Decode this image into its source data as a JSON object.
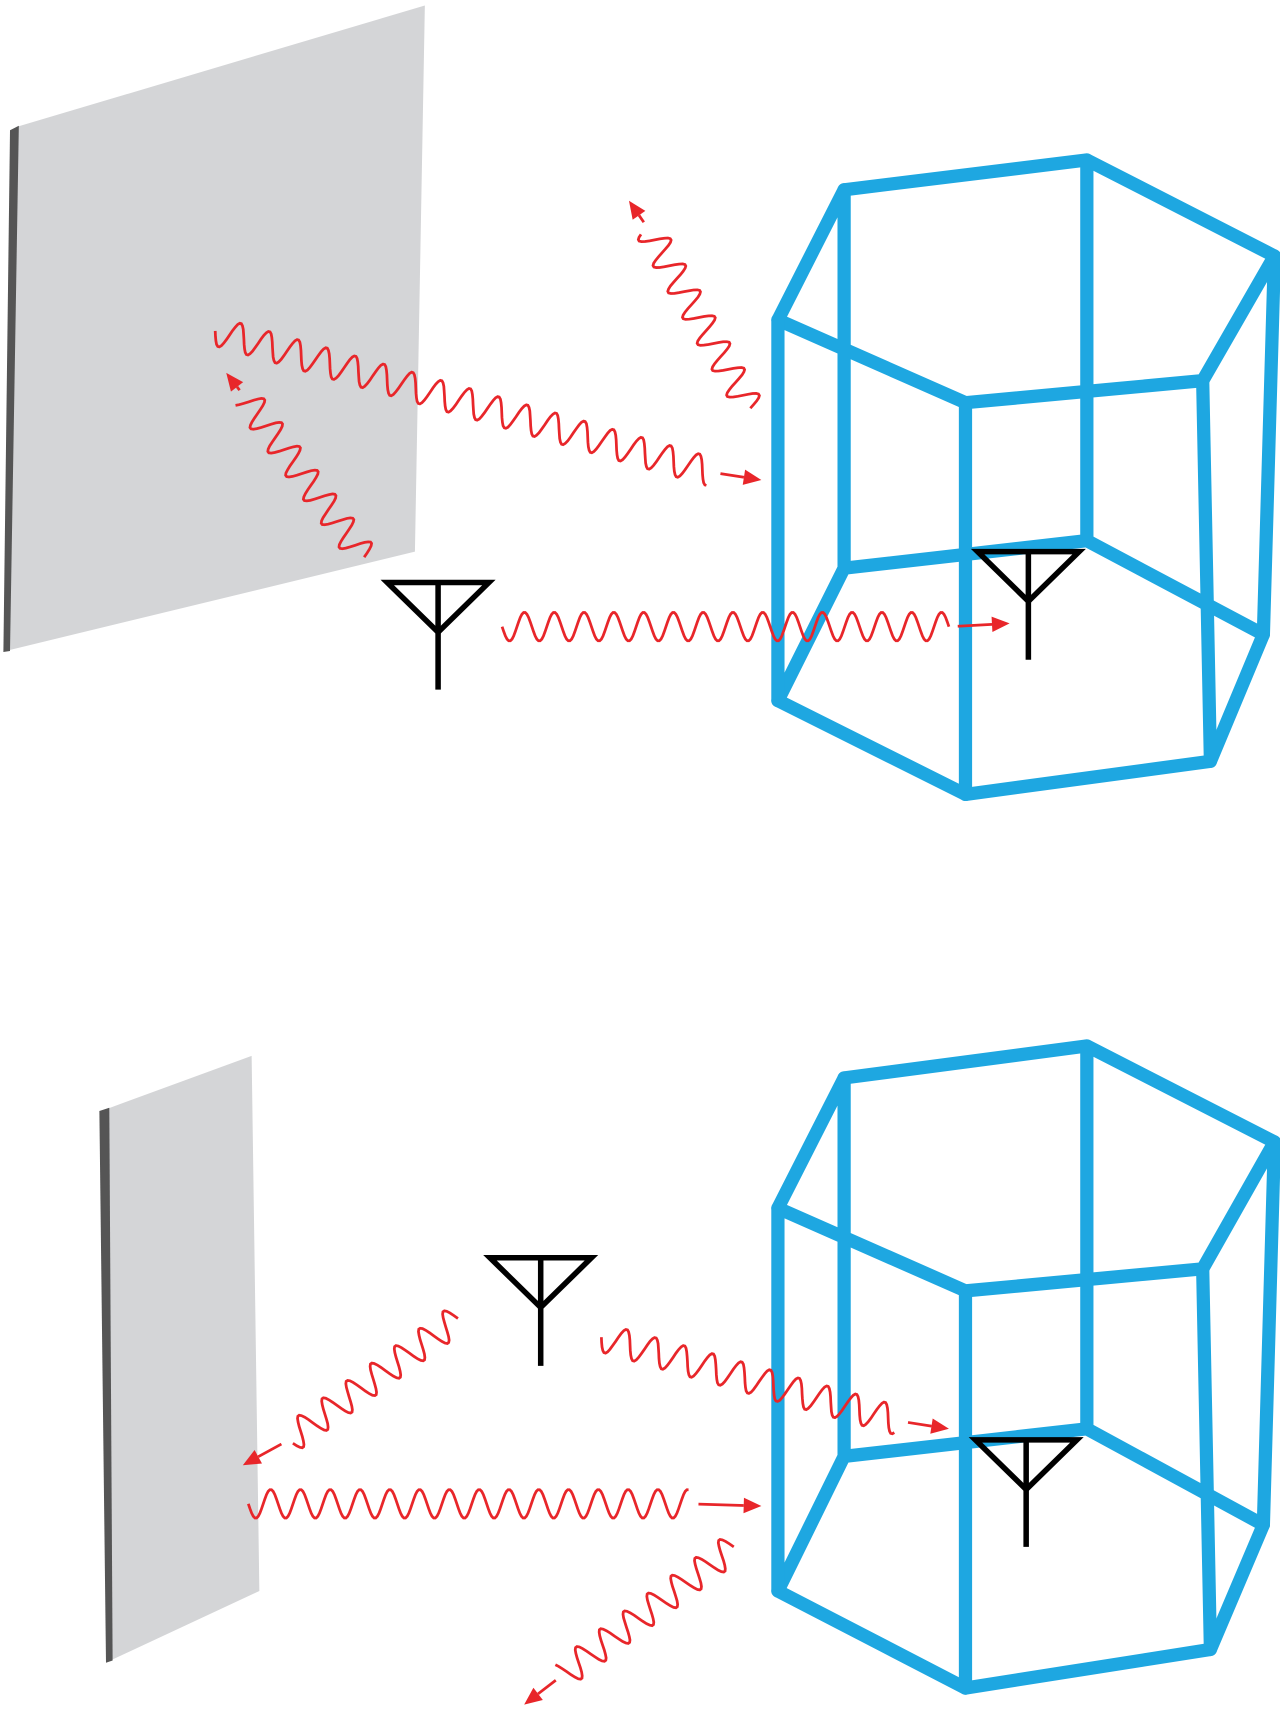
{
  "colors": {
    "background": "#ffffff",
    "wave": "#e8262a",
    "building": "#1ea7e1",
    "antenna": "#000000",
    "wall_face": "#d4d5d7",
    "wall_edge": "#555555"
  },
  "panels": [
    {
      "name": "top-panel",
      "elements": [
        "wall-plate",
        "building-wireframe",
        "transmitter-antenna-icon",
        "receiver-antenna-icon",
        "signal-waves"
      ]
    },
    {
      "name": "bottom-panel",
      "elements": [
        "wall-plate",
        "building-wireframe",
        "transmitter-antenna-icon",
        "receiver-antenna-icon",
        "signal-waves"
      ]
    }
  ]
}
